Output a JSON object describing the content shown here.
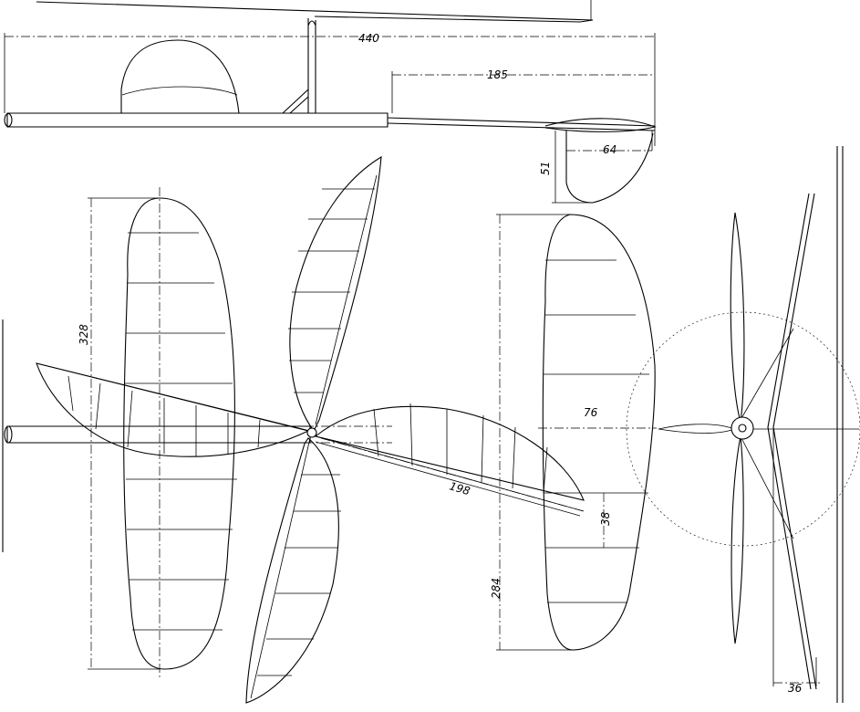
{
  "dimensions": {
    "fuselage_length": "440",
    "tail_moment": "185",
    "fin_chord": "64",
    "fin_height": "51",
    "wing_span": "328",
    "prop_diameter": "198",
    "stab_span": "284",
    "stab_chord": "76",
    "stab_rib": "38",
    "dihedral": "36"
  }
}
